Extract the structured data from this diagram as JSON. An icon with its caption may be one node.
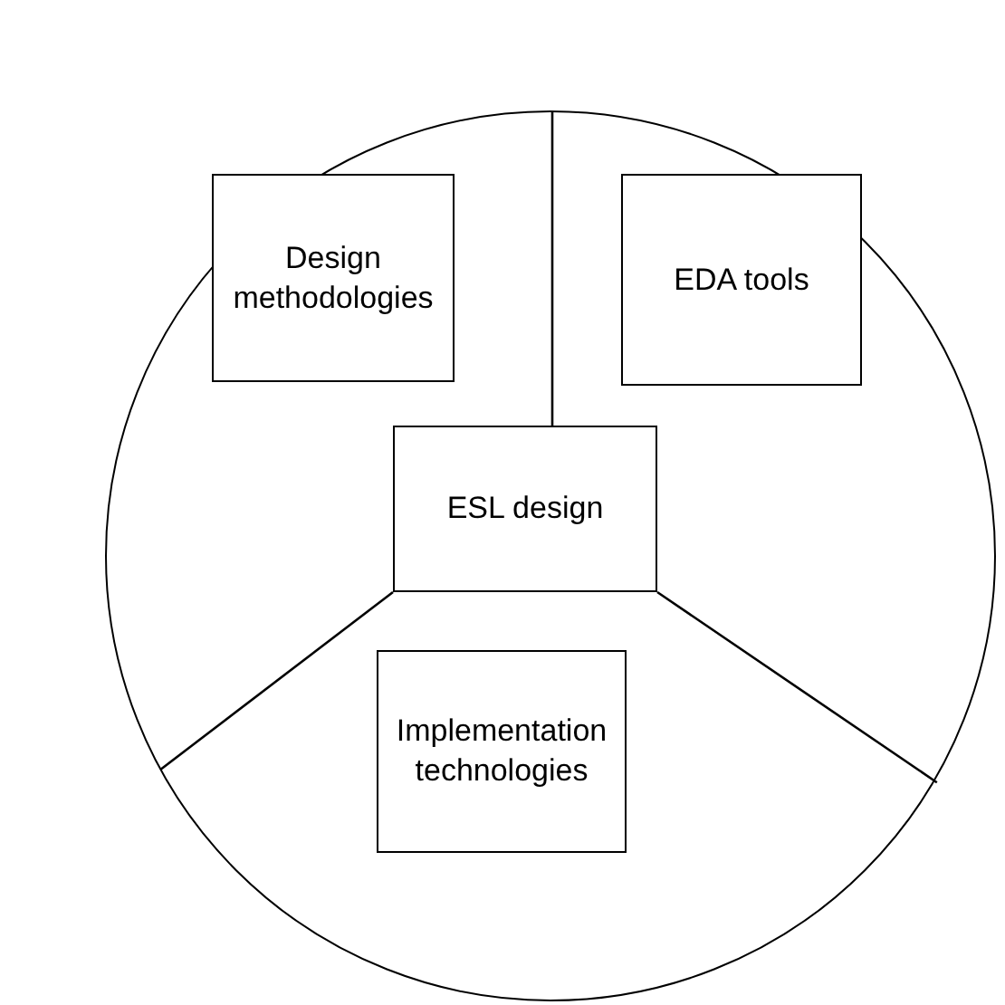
{
  "diagram": {
    "nodes": [
      {
        "text": [],
        "shape": "circle"
      },
      {
        "text": [
          "Design methodologies"
        ],
        "in": 0
      },
      {
        "text": [
          "EDA tools"
        ],
        "in": 0
      },
      {
        "text": [
          "ESL design"
        ],
        "in": 0
      },
      {
        "text": [
          "Implementation technologies"
        ],
        "in": 0
      }
    ],
    "edges": [
      {
        "from": 3,
        "to": 0,
        "arrow": "none"
      },
      {
        "from": 3,
        "to": 0,
        "arrow": "none"
      },
      {
        "from": 3,
        "to": 0,
        "arrow": "none"
      }
    ]
  }
}
